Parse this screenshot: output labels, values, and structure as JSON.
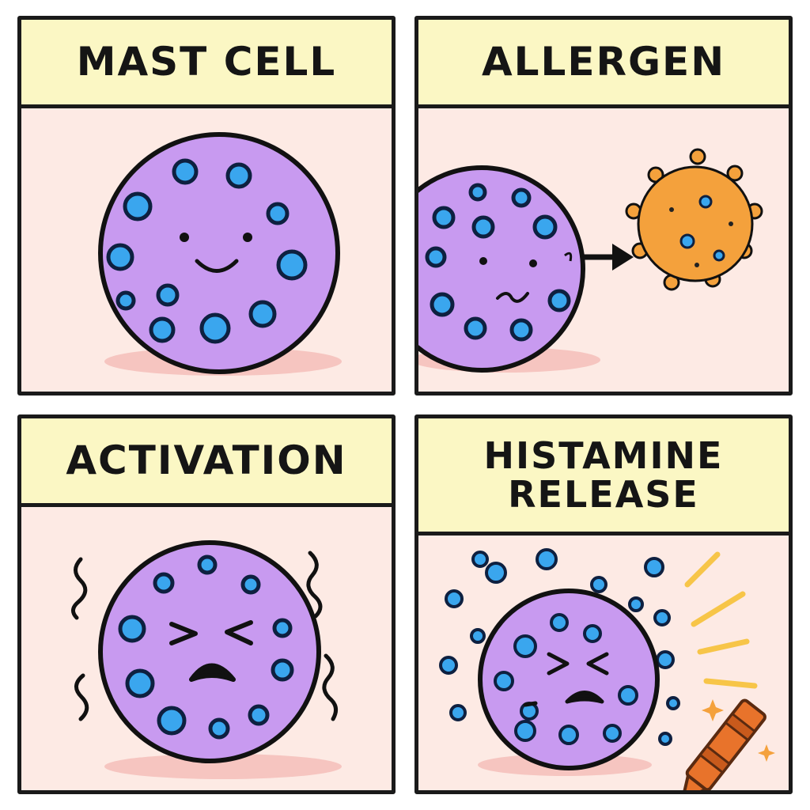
{
  "panels": [
    {
      "id": "mast-cell",
      "title": "MAST CELL"
    },
    {
      "id": "allergen",
      "title": "ALLERGEN"
    },
    {
      "id": "activation",
      "title": "ACTIVATION"
    },
    {
      "id": "histamine-release",
      "title": "HISTAMINE\nRELEASE"
    }
  ],
  "colors": {
    "cell_fill": "#c89af0",
    "granule": "#3aa6ee",
    "granule_stroke": "#0e2040",
    "allergen_fill": "#f4a13c",
    "header_bg": "#fbf7c4",
    "panel_bg": "#fdeae4",
    "crayon": "#e8732b",
    "burst": "#f7c548"
  }
}
